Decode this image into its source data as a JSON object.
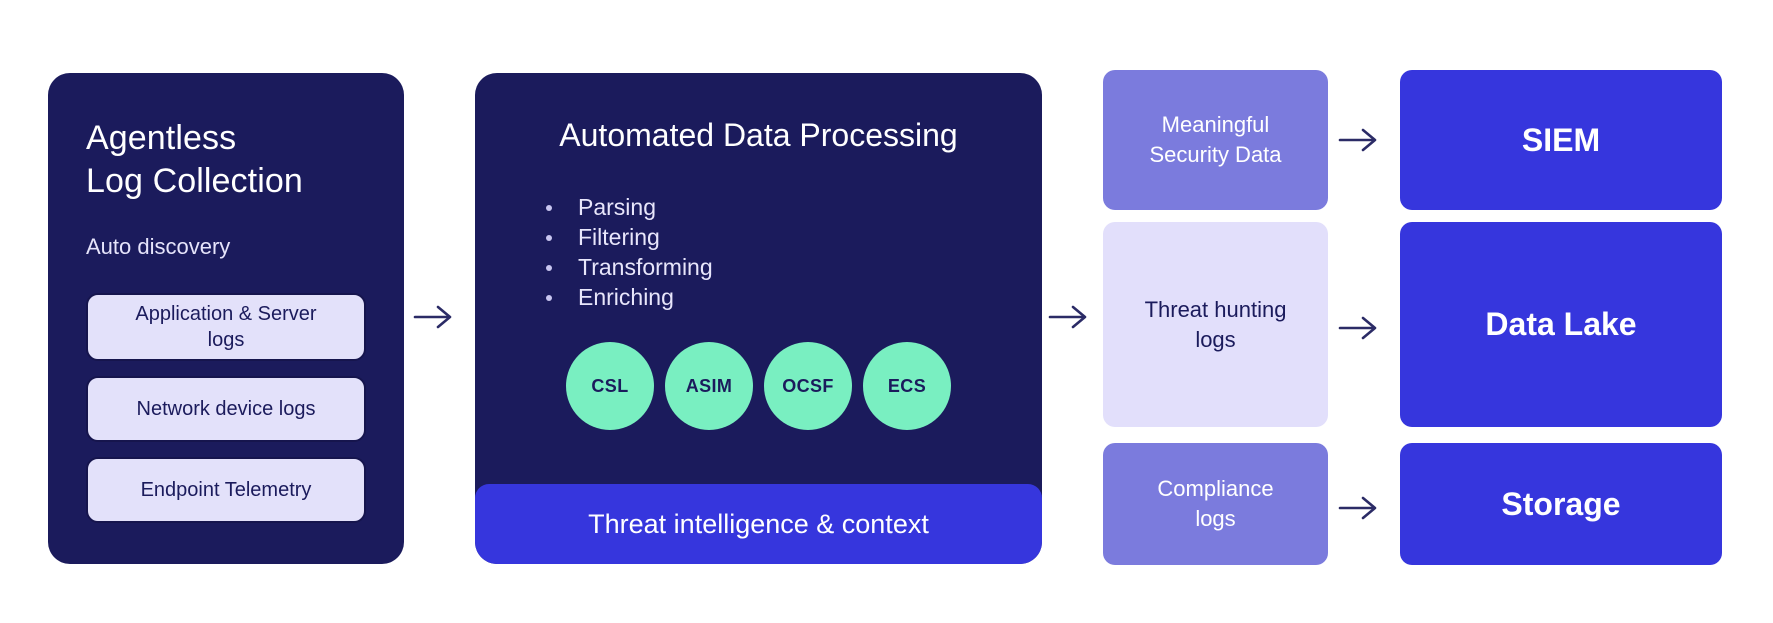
{
  "diagram": {
    "title": "Agentless log collection and automated data processing pipeline",
    "colors": {
      "panel_navy": "#1b1b5c",
      "accent_blue": "#3636dd",
      "mint_green": "#79efc1",
      "light_lavender": "#e2dffb",
      "medium_purple": "#7b7bdd",
      "pill_fill": "#e3e1fa",
      "arrow": "#2b2b66",
      "background": "#ffffff"
    }
  },
  "collection": {
    "title": "Agentless\nLog Collection",
    "subtitle": "Auto discovery",
    "sources": [
      {
        "label": "Application & Server\nlogs"
      },
      {
        "label": "Network device logs"
      },
      {
        "label": "Endpoint Telemetry"
      }
    ]
  },
  "processing": {
    "title": "Automated Data Processing",
    "steps": [
      {
        "label": "Parsing"
      },
      {
        "label": "Filtering"
      },
      {
        "label": "Transforming"
      },
      {
        "label": "Enriching"
      }
    ],
    "schemas": [
      {
        "label": "CSL"
      },
      {
        "label": "ASIM"
      },
      {
        "label": "OCSF"
      },
      {
        "label": "ECS"
      }
    ],
    "footer_label": "Threat intelligence & context"
  },
  "outputs": [
    {
      "label": "Meaningful\nSecurity Data"
    },
    {
      "label": "Threat hunting\nlogs"
    },
    {
      "label": "Compliance\nlogs"
    }
  ],
  "destinations": [
    {
      "label": "SIEM"
    },
    {
      "label": "Data Lake"
    },
    {
      "label": "Storage"
    }
  ],
  "arrows": {
    "icon": "arrow-right-icon",
    "collection_to_processing": "arrow-right-icon",
    "processing_to_outputs": "arrow-right-icon",
    "outputs_to_destinations": "arrow-right-icon"
  }
}
